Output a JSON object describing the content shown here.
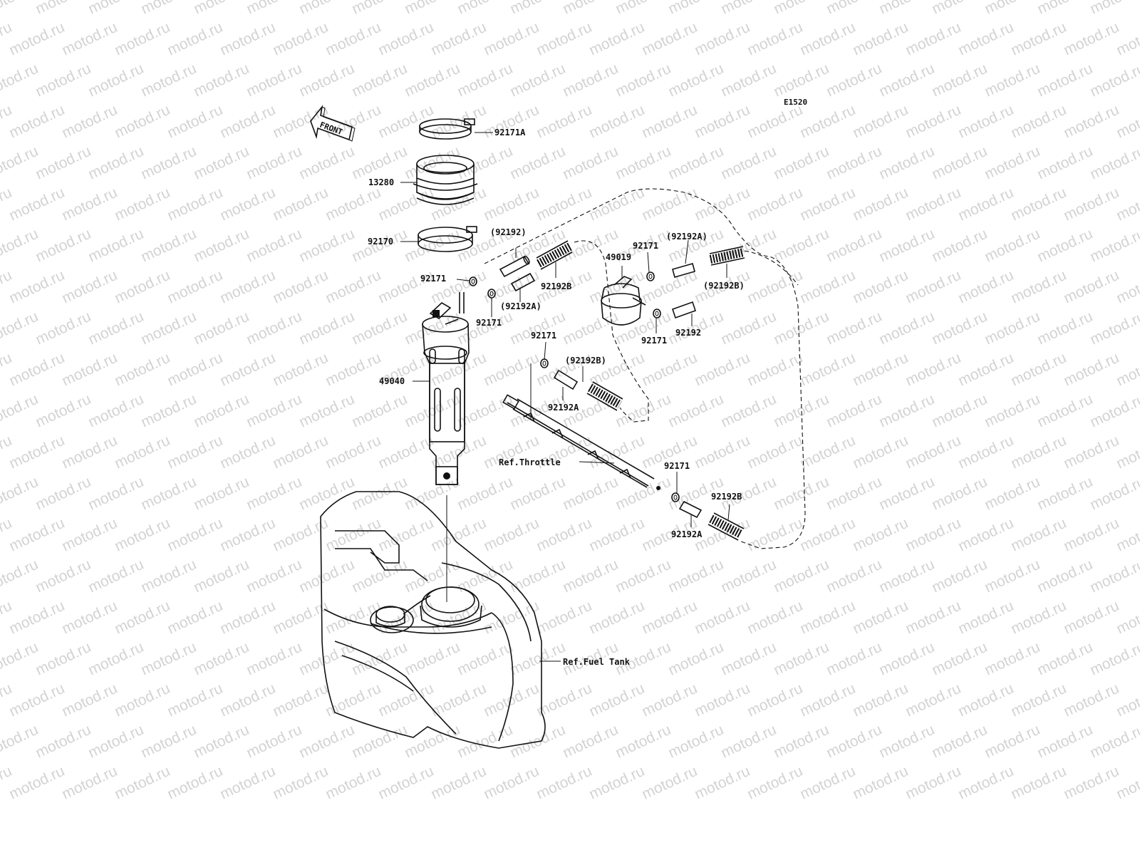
{
  "diagram_code": "E1520",
  "front_label": "FRONT",
  "watermark": "motod.ru",
  "part_labels": {
    "p92171A": "92171A",
    "p13280": "13280",
    "p92170": "92170",
    "p92192_paren": "(92192)",
    "p92171_a": "92171",
    "p92192B_a": "92192B",
    "p92192A_paren_a": "(92192A)",
    "p92171_b": "92171",
    "p49040": "49040",
    "p49019": "49019",
    "p92171_c": "92171",
    "p92192A_paren_b": "(92192A)",
    "p92192B_paren_a": "(92192B)",
    "p92171_d": "92171",
    "p92192": "92192",
    "p92171_e": "92171",
    "p92192B_paren_b": "(92192B)",
    "p92192A": "92192A",
    "p92171_f": "92171",
    "p92192B_b": "92192B",
    "p92192A_b": "92192A"
  },
  "references": {
    "throttle": "Ref.Throttle",
    "fuel_tank": "Ref.Fuel Tank"
  }
}
